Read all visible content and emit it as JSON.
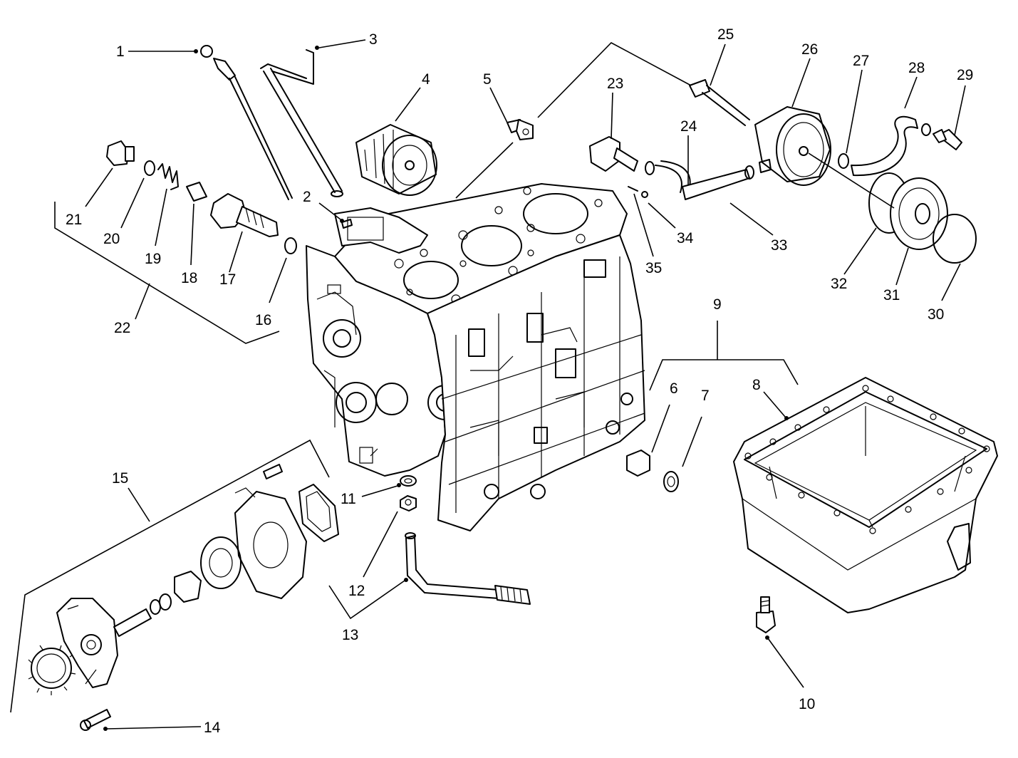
{
  "callouts": [
    {
      "id": "c1",
      "label": "1"
    },
    {
      "id": "c2",
      "label": "2"
    },
    {
      "id": "c3",
      "label": "3"
    },
    {
      "id": "c4",
      "label": "4"
    },
    {
      "id": "c5",
      "label": "5"
    },
    {
      "id": "c6",
      "label": "6"
    },
    {
      "id": "c7",
      "label": "7"
    },
    {
      "id": "c8",
      "label": "8"
    },
    {
      "id": "c9",
      "label": "9"
    },
    {
      "id": "c10",
      "label": "10"
    },
    {
      "id": "c11",
      "label": "11"
    },
    {
      "id": "c12",
      "label": "12"
    },
    {
      "id": "c13",
      "label": "13"
    },
    {
      "id": "c14",
      "label": "14"
    },
    {
      "id": "c15",
      "label": "15"
    },
    {
      "id": "c16",
      "label": "16"
    },
    {
      "id": "c17",
      "label": "17"
    },
    {
      "id": "c18",
      "label": "18"
    },
    {
      "id": "c19",
      "label": "19"
    },
    {
      "id": "c20",
      "label": "20"
    },
    {
      "id": "c21",
      "label": "21"
    },
    {
      "id": "c22",
      "label": "22"
    },
    {
      "id": "c23",
      "label": "23"
    },
    {
      "id": "c24",
      "label": "24"
    },
    {
      "id": "c25",
      "label": "25"
    },
    {
      "id": "c26",
      "label": "26"
    },
    {
      "id": "c27",
      "label": "27"
    },
    {
      "id": "c28",
      "label": "28"
    },
    {
      "id": "c29",
      "label": "29"
    },
    {
      "id": "c30",
      "label": "30"
    },
    {
      "id": "c31",
      "label": "31"
    },
    {
      "id": "c32",
      "label": "32"
    },
    {
      "id": "c33",
      "label": "33"
    },
    {
      "id": "c34",
      "label": "34"
    },
    {
      "id": "c35",
      "label": "35"
    }
  ]
}
